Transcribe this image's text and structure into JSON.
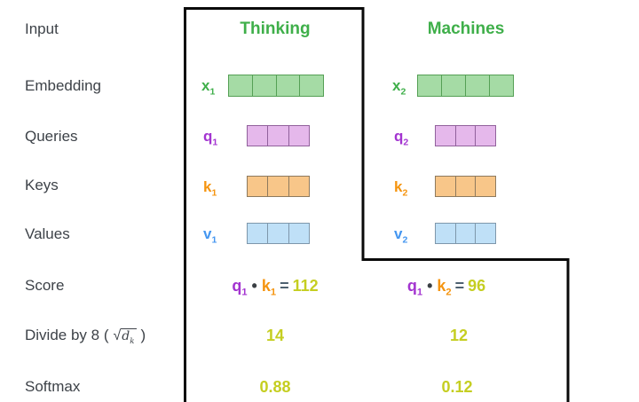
{
  "colors": {
    "label": "#3d4248",
    "line": "#0a0a0a",
    "green": "#3faf4a",
    "green-fill": "#a5dba5",
    "green-border": "#55a055",
    "purple": "#a334d0",
    "purple-fill": "#e5b8eb",
    "purple-border": "#91619c",
    "orange": "#f5940f",
    "orange-fill": "#f8c689",
    "orange-border": "#8e7a5e",
    "blue": "#4496f0",
    "blue-fill": "#bfe0f7",
    "blue-border": "#7e97ab",
    "yellow": "#c5ce21",
    "dot": "#3a3f44",
    "equals": "#4e6170"
  },
  "row_labels": {
    "input": "Input",
    "embedding": "Embedding",
    "queries": "Queries",
    "keys": "Keys",
    "values": "Values",
    "score": "Score",
    "divide_prefix": "Divide by 8 (",
    "divide_radical": "√",
    "divide_radicand": "d",
    "divide_radicand_sub": "k",
    "divide_suffix": ")",
    "softmax": "Softmax"
  },
  "columns": [
    {
      "header": "Thinking",
      "embedding": {
        "base": "x",
        "sub": "1",
        "cells": 4
      },
      "query": {
        "base": "q",
        "sub": "1",
        "cells": 3
      },
      "key": {
        "base": "k",
        "sub": "1",
        "cells": 3
      },
      "value": {
        "base": "v",
        "sub": "1",
        "cells": 3
      },
      "score": {
        "q_base": "q",
        "q_sub": "1",
        "dot": "•",
        "k_base": "k",
        "k_sub": "1",
        "equals": "=",
        "result": "112"
      },
      "divide_result": "14",
      "softmax_result": "0.88"
    },
    {
      "header": "Machines",
      "embedding": {
        "base": "x",
        "sub": "2",
        "cells": 4
      },
      "query": {
        "base": "q",
        "sub": "2",
        "cells": 3
      },
      "key": {
        "base": "k",
        "sub": "2",
        "cells": 3
      },
      "value": {
        "base": "v",
        "sub": "2",
        "cells": 3
      },
      "score": {
        "q_base": "q",
        "q_sub": "1",
        "dot": "•",
        "k_base": "k",
        "k_sub": "2",
        "equals": "=",
        "result": "96"
      },
      "divide_result": "12",
      "softmax_result": "0.12"
    }
  ]
}
